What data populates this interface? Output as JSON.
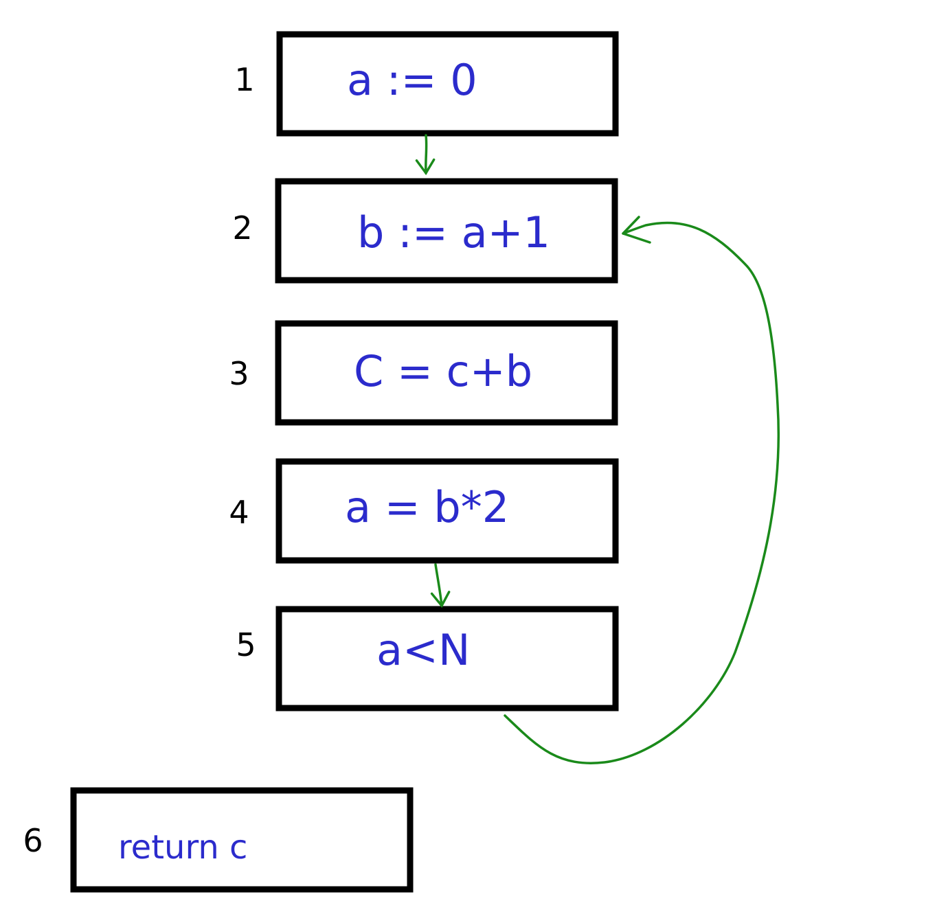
{
  "diagram": {
    "colors": {
      "box_stroke": "#000000",
      "code_text": "#2b2bcc",
      "label_text": "#000000",
      "edge": "#1a8a1a",
      "background": "#ffffff"
    },
    "blocks": [
      {
        "id": "1",
        "label": "1",
        "code": "a := 0"
      },
      {
        "id": "2",
        "label": "2",
        "code": "b := a+1"
      },
      {
        "id": "3",
        "label": "3",
        "code": "C = c+b"
      },
      {
        "id": "4",
        "label": "4",
        "code": "a = b*2"
      },
      {
        "id": "5",
        "label": "5",
        "code": "a<N"
      },
      {
        "id": "6",
        "label": "6",
        "code": "return c"
      }
    ],
    "edges": [
      {
        "from": "1",
        "to": "2"
      },
      {
        "from": "4",
        "to": "5"
      },
      {
        "from": "5",
        "to": "2"
      }
    ]
  }
}
